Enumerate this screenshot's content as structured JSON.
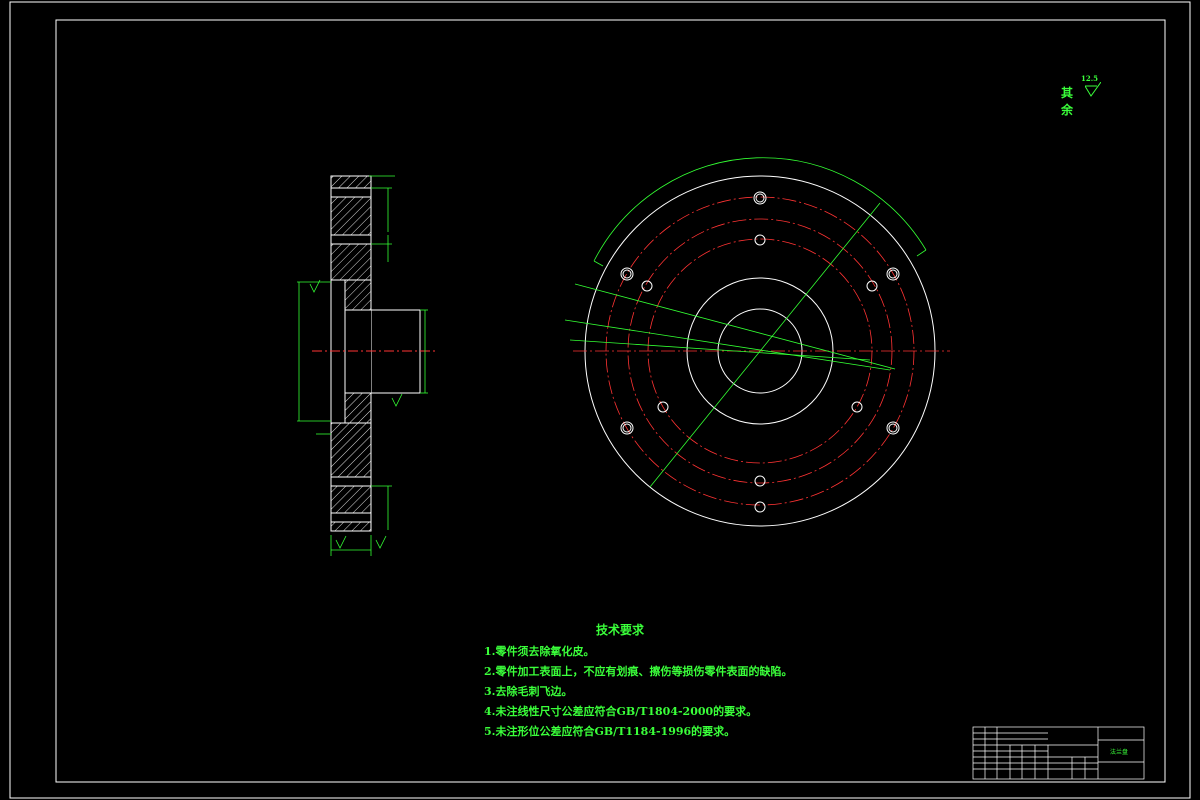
{
  "tech_requirements": {
    "title": "技术要求",
    "items": [
      "1.零件须去除氧化皮。",
      "2.零件加工表面上，不应有划痕、擦伤等损伤零件表面的缺陷。",
      "3.去除毛刺飞边。",
      "4.未注线性尺寸公差应符合GB/T1804-2000的要求。",
      "5.未注形位公差应符合GB/T1184-1996的要求。"
    ]
  },
  "surface_roughness": {
    "label": "其余",
    "value": "12.5"
  },
  "title_block": {
    "part_name": "法兰盘"
  },
  "colors": {
    "outline": "#ffffff",
    "dimension": "#33ff33",
    "centerline": "#ff3333",
    "hatch": "#ffffff"
  }
}
